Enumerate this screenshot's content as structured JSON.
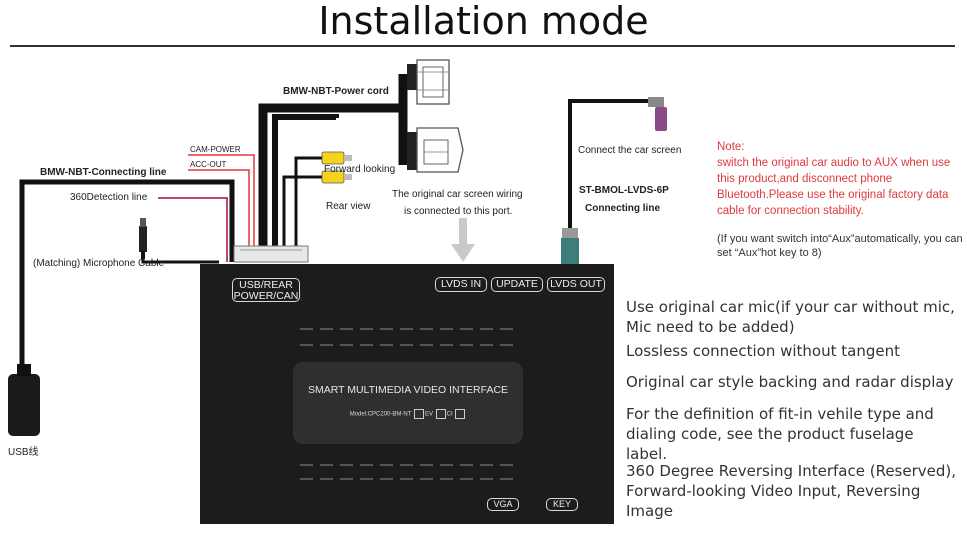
{
  "title": "Installation mode",
  "labels": {
    "power_cord": "BMW-NBT-Power cord",
    "cam_power": "CAM-POWER",
    "acc_out": "ACC-OUT",
    "connecting_line": "BMW-NBT-Connecting line",
    "detection_360": "360Detection line",
    "microphone": "(Matching) Microphone Cable",
    "usb": "USB线",
    "forward_looking": "Forward looking",
    "rear_view": "Rear view",
    "screen_wiring_1": "The original car screen wiring",
    "screen_wiring_2": "is connected to this port.",
    "connect_screen": "Connect the car screen",
    "lvds_cable_1": "ST-BMOL-LVDS-6P",
    "lvds_cable_2": "Connecting line"
  },
  "note": {
    "heading": "Note:",
    "body": "switch the original car audio to AUX when use this product,and disconnect phone Bluetooth.Please use the original factory data cable for connection stability.",
    "tip": "(If you want switch into“Aux”automatically, you can set “Aux”hot key to 8)"
  },
  "device": {
    "port_usb_line1": "USB/REAR",
    "port_usb_line2": "POWER/CAN",
    "port_lvds_in": "LVDS IN",
    "port_update": "UPDATE",
    "port_lvds_out": "LVDS OUT",
    "panel_title": "SMART MULTIMEDIA VIDEO INTERFACE",
    "model": "Model:CPC200-BM-NT",
    "opt_ev": "EV",
    "opt_ci": "CI",
    "port_vga": "VGA",
    "port_key": "KEY"
  },
  "features": [
    "Use original car mic(if your car without mic, Mic need to be added)",
    "Lossless connection without tangent",
    "Original car style backing and radar display",
    "For the definition of fit-in vehile type and dialing code, see the product fuselage label.",
    "360 Degree Reversing Interface (Reserved), Forward-looking Video Input, Reversing Image"
  ],
  "colors": {
    "cable": "#111111",
    "cam_power_wire": "#e0393e",
    "acc_out_wire": "#e0393e",
    "detection_wire": "#c0447a",
    "note_text": "#e0393e",
    "rca_yellow": "#f3d31b",
    "lvds_plug": "#3d7d7a",
    "lvds_plug_top": "#8a4a88"
  }
}
